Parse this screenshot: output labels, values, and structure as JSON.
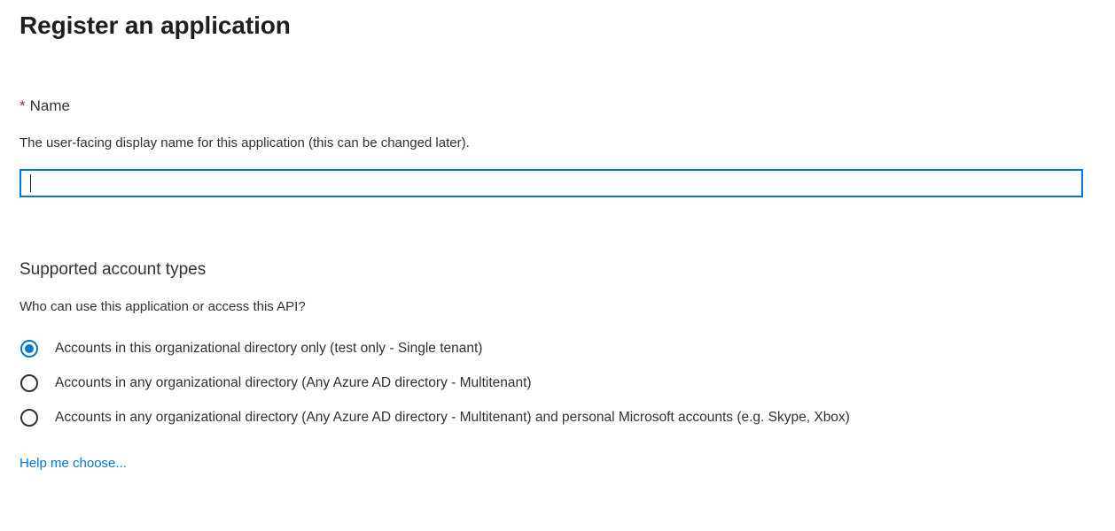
{
  "page": {
    "title": "Register an application",
    "background_color": "#ffffff",
    "text_color": "#323130",
    "accent_color": "#0078d4",
    "required_color": "#a4262c"
  },
  "name_field": {
    "required_marker": "*",
    "label": "Name",
    "description": "The user-facing display name for this application (this can be changed later).",
    "value": "",
    "placeholder": "",
    "focused": true
  },
  "account_types": {
    "title": "Supported account types",
    "description": "Who can use this application or access this API?",
    "options": [
      {
        "label": "Accounts in this organizational directory only (test only - Single tenant)",
        "selected": true
      },
      {
        "label": "Accounts in any organizational directory (Any Azure AD directory - Multitenant)",
        "selected": false
      },
      {
        "label": "Accounts in any organizational directory (Any Azure AD directory - Multitenant) and personal Microsoft accounts (e.g. Skype, Xbox)",
        "selected": false
      }
    ],
    "help_link": "Help me choose..."
  }
}
